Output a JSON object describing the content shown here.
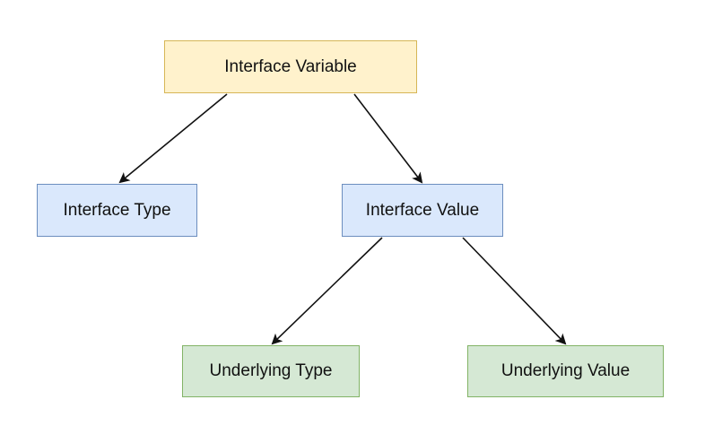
{
  "colors": {
    "yellow_fill": "#fff2cc",
    "yellow_border": "#d6b656",
    "blue_fill": "#dae8fc",
    "blue_border": "#6c8ebf",
    "green_fill": "#d5e8d4",
    "green_border": "#82b366",
    "edge": "#111111"
  },
  "nodes": {
    "interface_variable": {
      "label": "Interface Variable",
      "color": "yellow"
    },
    "interface_type": {
      "label": "Interface Type",
      "color": "blue"
    },
    "interface_value": {
      "label": "Interface Value",
      "color": "blue"
    },
    "underlying_type": {
      "label": "Underlying Type",
      "color": "green"
    },
    "underlying_value": {
      "label": "Underlying Value",
      "color": "green"
    }
  },
  "edges": [
    {
      "from": "interface_variable",
      "to": "interface_type"
    },
    {
      "from": "interface_variable",
      "to": "interface_value"
    },
    {
      "from": "interface_value",
      "to": "underlying_type"
    },
    {
      "from": "interface_value",
      "to": "underlying_value"
    }
  ]
}
